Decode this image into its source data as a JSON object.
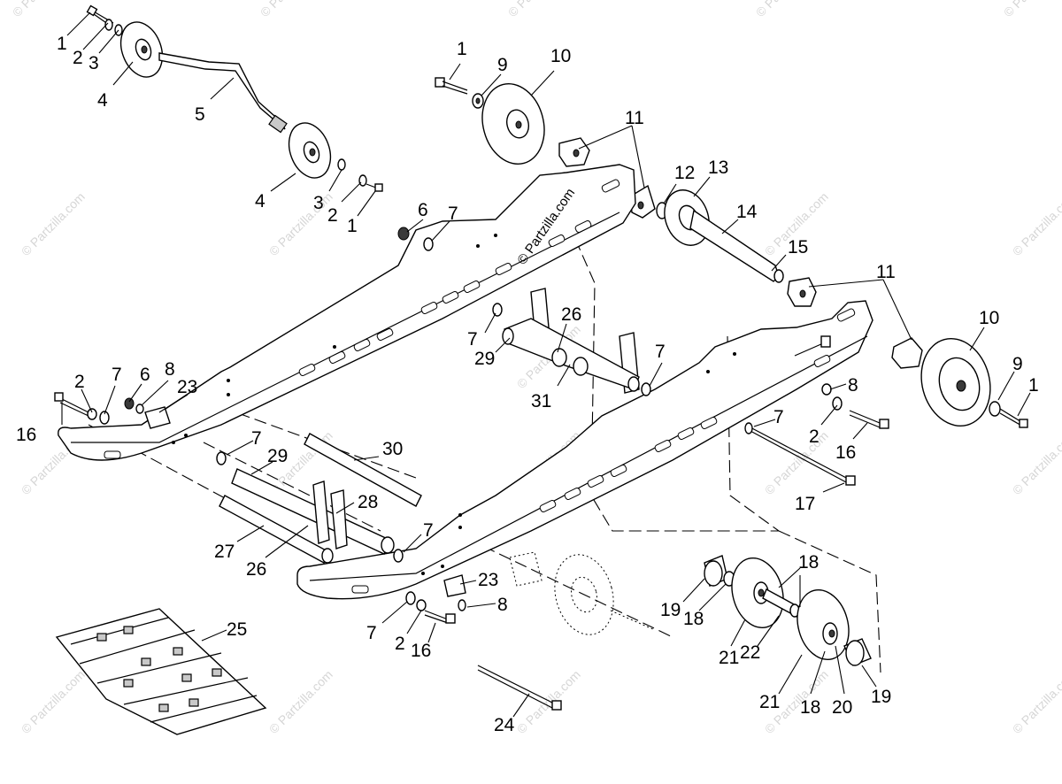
{
  "watermark": {
    "repeat_text": "© Partzilla.com",
    "center_text": "© Partzilla.com"
  },
  "callouts": [
    {
      "id": "c1a",
      "text": "1"
    },
    {
      "id": "c2a",
      "text": "2"
    },
    {
      "id": "c3a",
      "text": "3"
    },
    {
      "id": "c4a",
      "text": "4"
    },
    {
      "id": "c5",
      "text": "5"
    },
    {
      "id": "c4b",
      "text": "4"
    },
    {
      "id": "c3b",
      "text": "3"
    },
    {
      "id": "c2b",
      "text": "2"
    },
    {
      "id": "c1b",
      "text": "1"
    },
    {
      "id": "c1c",
      "text": "1"
    },
    {
      "id": "c9a",
      "text": "9"
    },
    {
      "id": "c10a",
      "text": "10"
    },
    {
      "id": "c11a",
      "text": "11"
    },
    {
      "id": "c12",
      "text": "12"
    },
    {
      "id": "c13",
      "text": "13"
    },
    {
      "id": "c14",
      "text": "14"
    },
    {
      "id": "c15",
      "text": "15"
    },
    {
      "id": "c6a",
      "text": "6"
    },
    {
      "id": "c7a",
      "text": "7"
    },
    {
      "id": "c11b",
      "text": "11"
    },
    {
      "id": "c10b",
      "text": "10"
    },
    {
      "id": "c9b",
      "text": "9"
    },
    {
      "id": "c1d",
      "text": "1"
    },
    {
      "id": "c26a",
      "text": "26"
    },
    {
      "id": "c7b",
      "text": "7"
    },
    {
      "id": "c29a",
      "text": "29"
    },
    {
      "id": "c7c",
      "text": "7"
    },
    {
      "id": "c31",
      "text": "31"
    },
    {
      "id": "c8a",
      "text": "8"
    },
    {
      "id": "c7d",
      "text": "7"
    },
    {
      "id": "c2c",
      "text": "2"
    },
    {
      "id": "c16a",
      "text": "16"
    },
    {
      "id": "c17",
      "text": "17"
    },
    {
      "id": "c2d",
      "text": "2"
    },
    {
      "id": "c7e",
      "text": "7"
    },
    {
      "id": "c6b",
      "text": "6"
    },
    {
      "id": "c8b",
      "text": "8"
    },
    {
      "id": "c23a",
      "text": "23"
    },
    {
      "id": "c16b",
      "text": "16"
    },
    {
      "id": "c7f",
      "text": "7"
    },
    {
      "id": "c29b",
      "text": "29"
    },
    {
      "id": "c30",
      "text": "30"
    },
    {
      "id": "c28",
      "text": "28"
    },
    {
      "id": "c27",
      "text": "27"
    },
    {
      "id": "c26b",
      "text": "26"
    },
    {
      "id": "c7g",
      "text": "7"
    },
    {
      "id": "c23b",
      "text": "23"
    },
    {
      "id": "c8c",
      "text": "8"
    },
    {
      "id": "c7h",
      "text": "7"
    },
    {
      "id": "c2e",
      "text": "2"
    },
    {
      "id": "c16c",
      "text": "16"
    },
    {
      "id": "c25",
      "text": "25"
    },
    {
      "id": "c24",
      "text": "24"
    },
    {
      "id": "c18a",
      "text": "18"
    },
    {
      "id": "c19a",
      "text": "19"
    },
    {
      "id": "c18b",
      "text": "18"
    },
    {
      "id": "c21a",
      "text": "21"
    },
    {
      "id": "c22",
      "text": "22"
    },
    {
      "id": "c21b",
      "text": "21"
    },
    {
      "id": "c18c",
      "text": "18"
    },
    {
      "id": "c20",
      "text": "20"
    },
    {
      "id": "c19b",
      "text": "19"
    }
  ]
}
